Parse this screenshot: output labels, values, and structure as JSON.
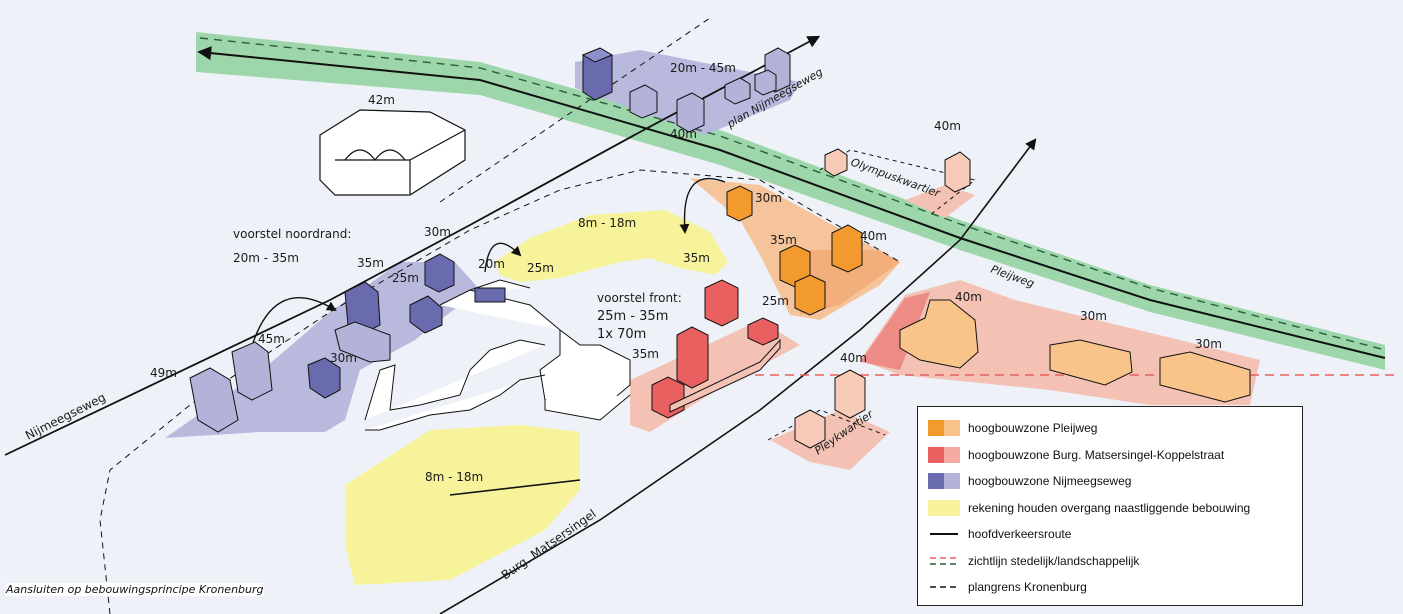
{
  "labels": {
    "h42": "42m",
    "h20_45": "20m - 45m",
    "h40_top": "40m",
    "h40_olymp": "40m",
    "olympuskwartier": "Olympuskwartier",
    "plan_nijmeegseweg": "plan Nijmeegseweg",
    "h30_a": "30m",
    "h40_b": "40m",
    "h35_a": "35m",
    "h25_a": "25m",
    "h8_18_top": "8m - 18m",
    "h35_b": "35m",
    "h25_b": "25m",
    "h20": "20m",
    "h30_left": "30m",
    "voorstel_noordrand": "voorstel noordrand:",
    "h20_35": "20m -  35m",
    "h35_c": "35m",
    "h25_c": "25m",
    "h45": "45m",
    "h30_c": "30m",
    "h49": "49m",
    "nijmeegseweg": "Nijmeegseweg",
    "voorstel_front": "voorstel front:",
    "front_25_35": "25m - 35m",
    "front_1x70": "1x 70m",
    "h35_front": "35m",
    "h8_18_bottom": "8m - 18m",
    "burg_matsersingel": "Burg. Matsersingel",
    "h40_right": "40m",
    "h30_r1": "30m",
    "h30_r2": "30m",
    "pleijweg": "Pleijweg",
    "h40_pley": "40m",
    "pleykwartier": "Pleykwartier",
    "caption": "Aansluiten op bebouwingsprincipe Kronenburg"
  },
  "legend": [
    {
      "label": "hoogbouwzone Pleijweg",
      "colors": [
        "#f29a2e",
        "#f9c48a"
      ]
    },
    {
      "label": "hoogbouwzone Burg. Matsersingel-Koppelstraat",
      "colors": [
        "#e8605f",
        "#f3aaa3"
      ]
    },
    {
      "label": "hoogbouwzone Nijmeegseweg",
      "colors": [
        "#6a6aae",
        "#b3b3d9"
      ]
    },
    {
      "label": "rekening houden overgang naastliggende bebouwing",
      "colors": [
        "#f6f39b"
      ]
    },
    {
      "label": "hoofdverkeersroute",
      "line": "solid"
    },
    {
      "label": "zichtlijn stedelijk/landschappelijk",
      "line": "red-dash"
    },
    {
      "label": "plangrens Kronenburg",
      "line": "dash"
    }
  ],
  "colors": {
    "background": "#eef2f8",
    "green_band": "#8fd19f",
    "yellow": "#f6f39b",
    "purple_zone": "#b9b9de",
    "purple_dark": "#6a6aae",
    "purple_light": "#b3b3d9",
    "orange": "#f29a2e",
    "orange_light": "#f9c48a",
    "red": "#e8605f",
    "salmon": "#f3c2b5",
    "zichtlijn": "#e8605f"
  }
}
